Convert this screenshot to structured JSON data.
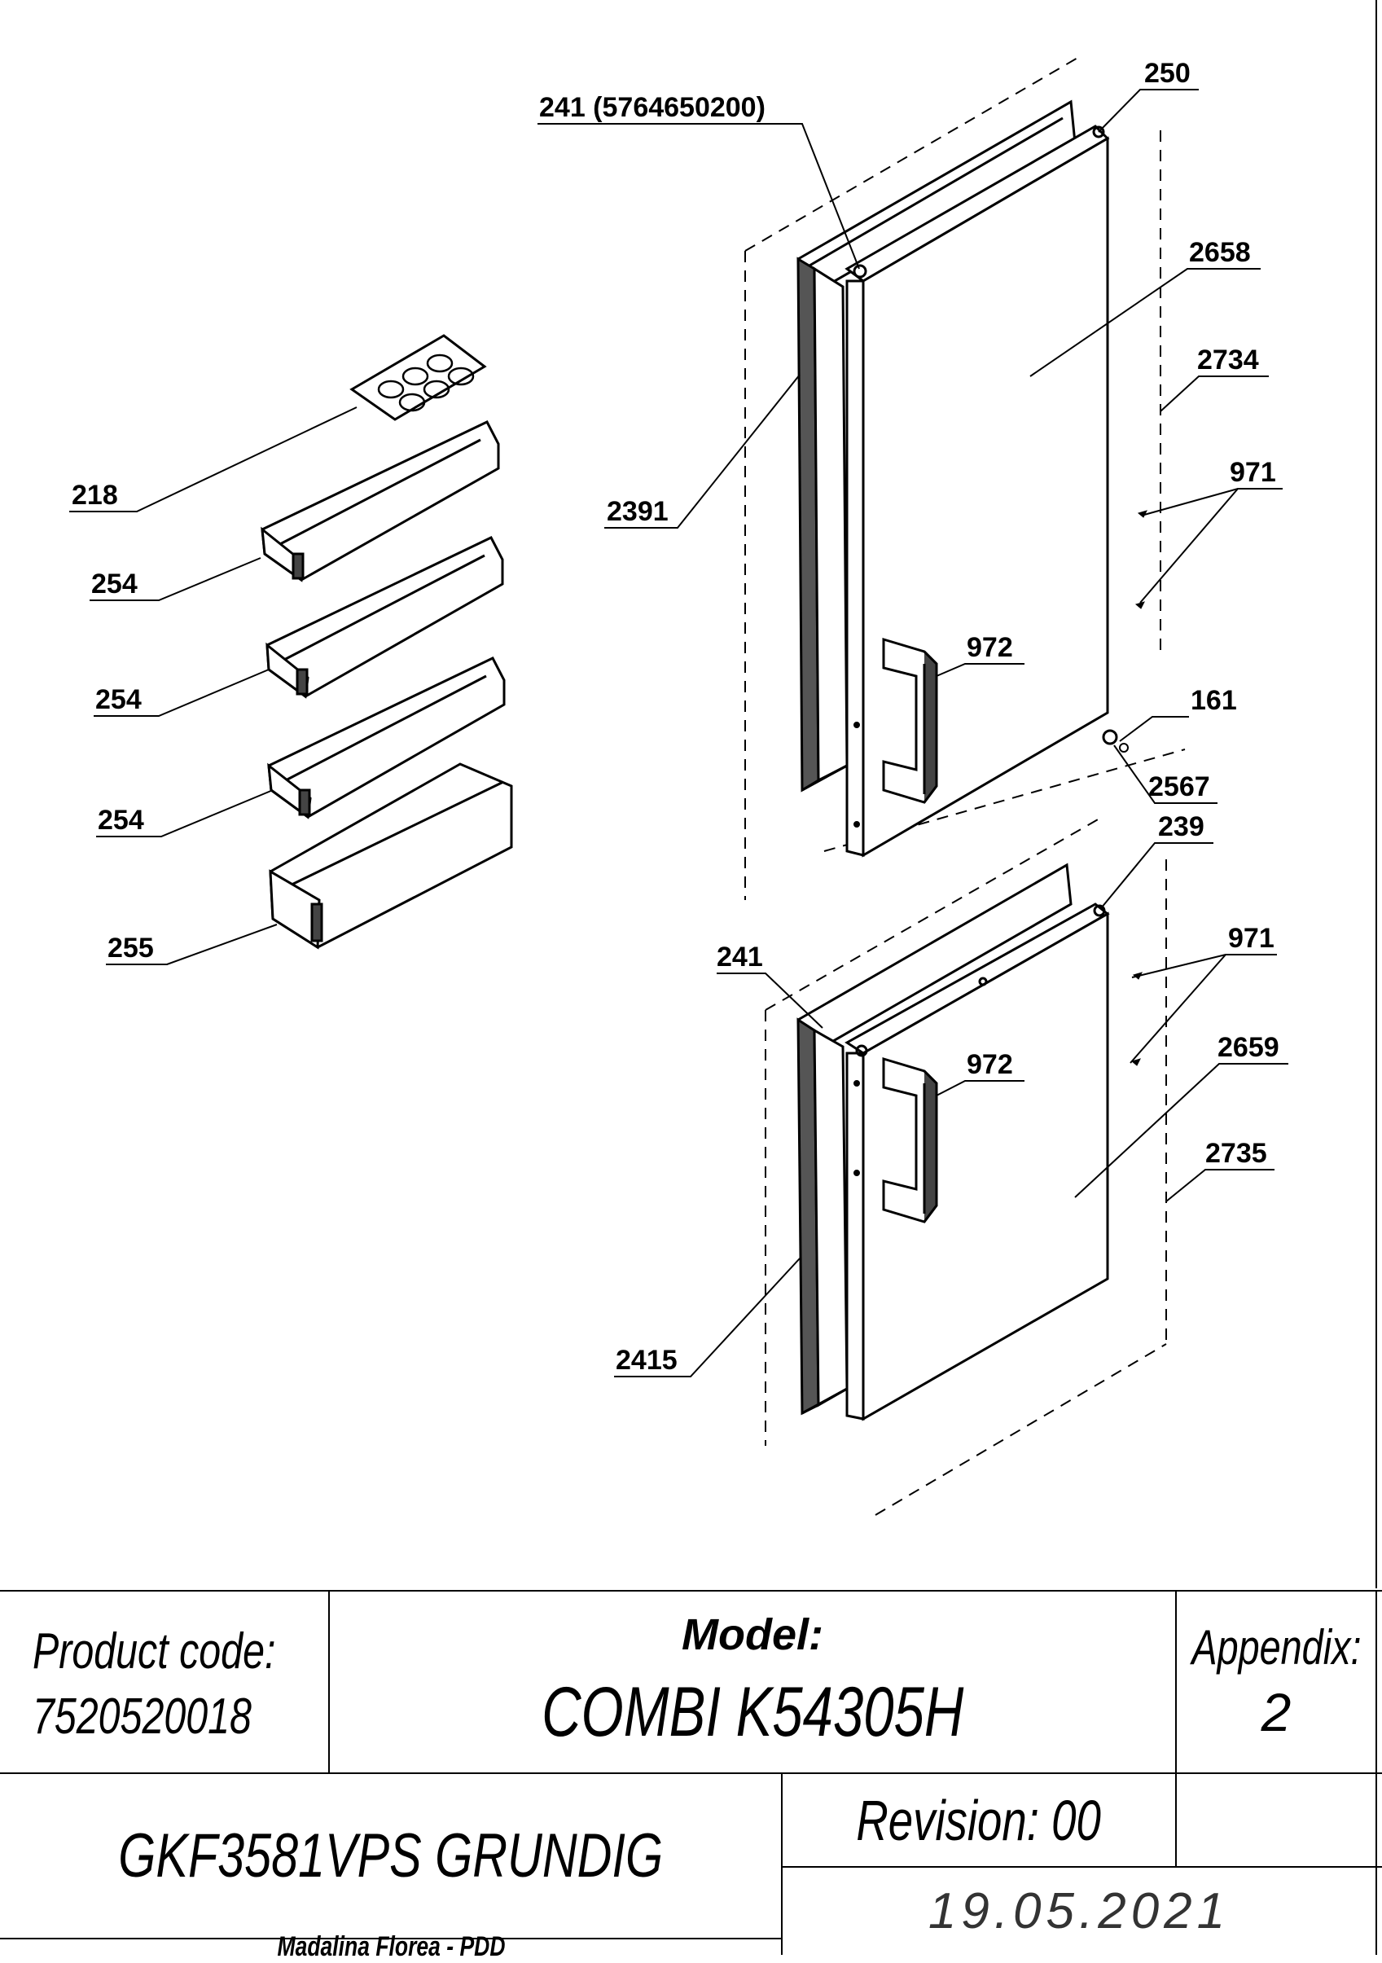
{
  "callouts": [
    {
      "id": "c-241a",
      "text": "241 (5764650200)"
    },
    {
      "id": "c-250",
      "text": "250"
    },
    {
      "id": "c-2658",
      "text": "2658"
    },
    {
      "id": "c-2734",
      "text": "2734"
    },
    {
      "id": "c-971a",
      "text": "971"
    },
    {
      "id": "c-218",
      "text": "218"
    },
    {
      "id": "c-2391",
      "text": "2391"
    },
    {
      "id": "c-254a",
      "text": "254"
    },
    {
      "id": "c-254b",
      "text": "254"
    },
    {
      "id": "c-254c",
      "text": "254"
    },
    {
      "id": "c-255",
      "text": "255"
    },
    {
      "id": "c-972a",
      "text": "972"
    },
    {
      "id": "c-161",
      "text": "161"
    },
    {
      "id": "c-2567",
      "text": "2567"
    },
    {
      "id": "c-239",
      "text": "239"
    },
    {
      "id": "c-241b",
      "text": "241"
    },
    {
      "id": "c-971b",
      "text": "971"
    },
    {
      "id": "c-972b",
      "text": "972"
    },
    {
      "id": "c-2659",
      "text": "2659"
    },
    {
      "id": "c-2735",
      "text": "2735"
    },
    {
      "id": "c-2415",
      "text": "2415"
    }
  ],
  "title_block": {
    "product_code_label": "Product code:",
    "product_code": "7520520018",
    "model_label": "Model:",
    "model": "COMBI K54305H",
    "appendix_label": "Appendix:",
    "appendix": "2",
    "product_name": "GKF3581VPS GRUNDIG",
    "revision": "Revision: 00",
    "author": "Madalina Florea - PDD",
    "date": "19.05.2021"
  }
}
